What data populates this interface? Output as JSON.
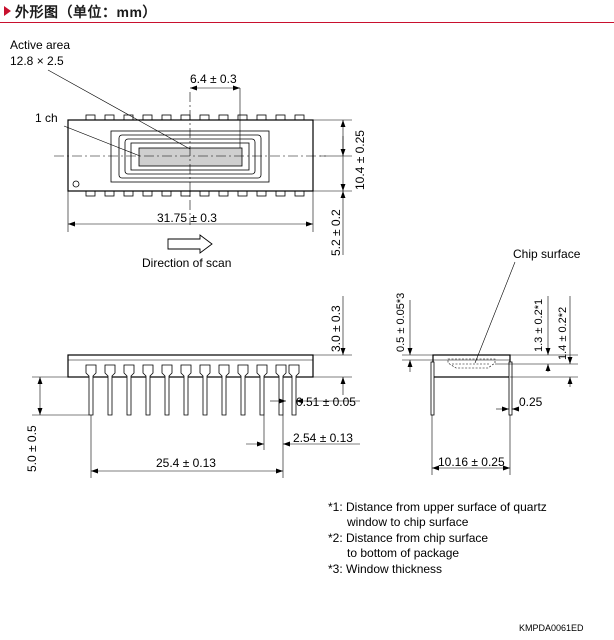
{
  "header": {
    "title": "外形图（单位：mm）"
  },
  "top_view": {
    "active_area_label": "Active area",
    "active_area_value": "12.8 × 2.5",
    "ch_label": "1 ch",
    "dim_center": "6.4 ± 0.3",
    "dim_height": "10.4 ± 0.25",
    "dim_length": "31.75 ± 0.3",
    "dim_offset": "5.2 ± 0.2",
    "scan_direction": "Direction of scan"
  },
  "front_view": {
    "dim_window": "3.0 ± 0.3",
    "dim_lead_width": "0.51 ± 0.05",
    "dim_pitch": "2.54 ± 0.13",
    "dim_span": "25.4 ± 0.13",
    "dim_lead_length": "5.0 ± 0.5"
  },
  "side_view": {
    "chip_surface_label": "Chip surface",
    "dim_window_thickness": "0.5 ± 0.05*3",
    "dim_quartz_to_chip": "1.3 ± 0.2*1",
    "dim_chip_to_bottom": "1.4 ± 0.2*2",
    "dim_lead": "0.25",
    "dim_row_spacing": "10.16 ± 0.25"
  },
  "notes": [
    "*1: Distance from upper surface of quartz",
    "window to chip surface",
    "*2: Distance from chip surface",
    "to bottom of package",
    "*3: Window thickness"
  ],
  "drawing_code": "KMPDA0061ED"
}
